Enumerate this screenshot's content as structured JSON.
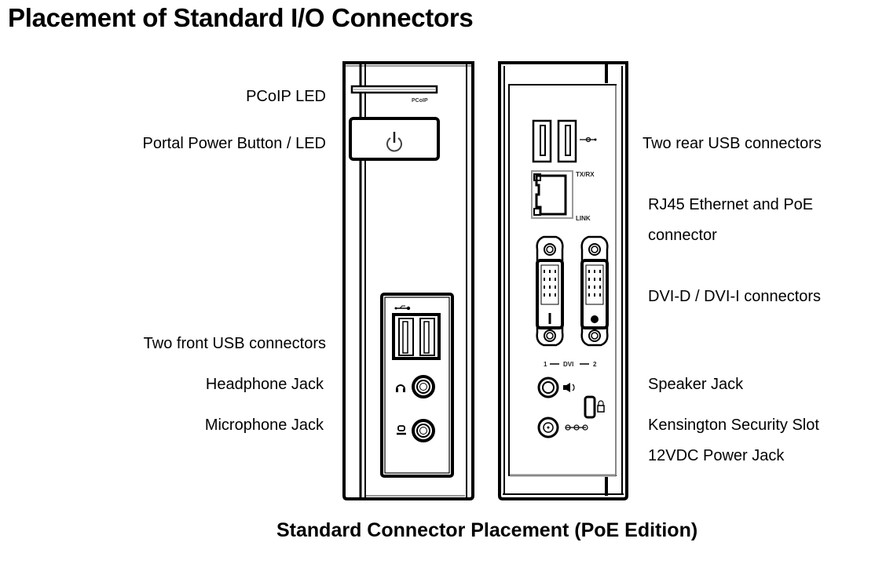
{
  "title": "Placement of Standard I/O Connectors",
  "caption": "Standard Connector Placement (PoE Edition)",
  "front_panel": {
    "labels": {
      "pcoip_led": "PCoIP LED",
      "power_button": "Portal Power Button / LED",
      "front_usb": "Two front USB connectors",
      "headphone": "Headphone Jack",
      "microphone": "Microphone Jack"
    },
    "markings": {
      "pcoip": "PCoIP"
    }
  },
  "rear_panel": {
    "labels": {
      "rear_usb": "Two rear USB connectors",
      "rj45_line1": "RJ45 Ethernet and PoE",
      "rj45_line2": "connector",
      "dvi": "DVI-D / DVI-I connectors",
      "speaker": "Speaker Jack",
      "kensington": "Kensington Security Slot",
      "power_jack": "12VDC Power Jack"
    },
    "markings": {
      "txrx": "TX/RX",
      "link": "LINK",
      "dvi_1": "1",
      "dvi_label": "DVI",
      "dvi_2": "2"
    }
  }
}
